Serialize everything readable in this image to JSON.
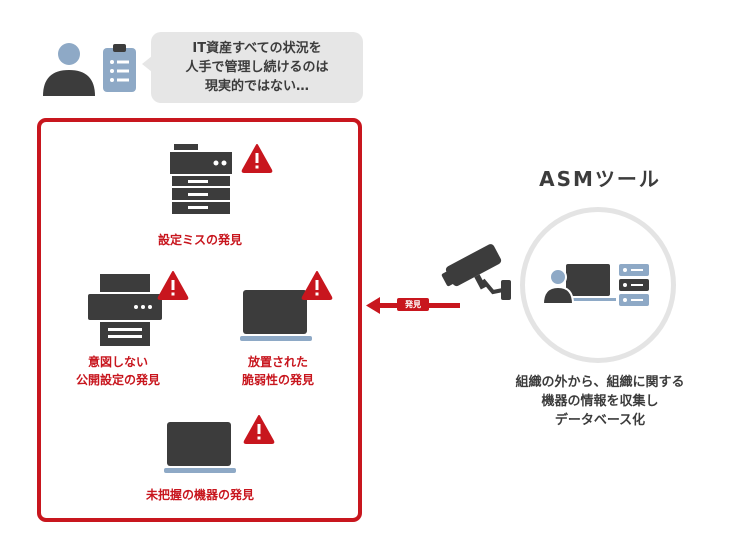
{
  "speech_bubble": {
    "lines": [
      "IT資産すべての状況を",
      "人手で管理し続けるのは",
      "現実的ではない…"
    ]
  },
  "findings": {
    "misconfig": "設定ミスの発見",
    "unintended_public": [
      "意図しない",
      "公開設定の発見"
    ],
    "neglected": [
      "放置された",
      "脆弱性の発見"
    ],
    "unmanaged": "未把握の機器の発見"
  },
  "arrow_label": "発見",
  "asm": {
    "title": "ASMツール",
    "description": [
      "組織の外から、組織に関する",
      "機器の情報を収集し",
      "データベース化"
    ]
  },
  "icons": {
    "person": "person-icon",
    "clipboard": "clipboard-icon",
    "copier": "copier-icon",
    "printer": "printer-icon",
    "laptop": "laptop-icon",
    "warning": "warning-icon",
    "camera": "security-camera-icon",
    "server": "server-icon"
  },
  "colors": {
    "accent_red": "#c8161e",
    "dark": "#3c3c3c",
    "steel_blue": "#8ea9c6",
    "light_gray": "#e6e6e6"
  }
}
